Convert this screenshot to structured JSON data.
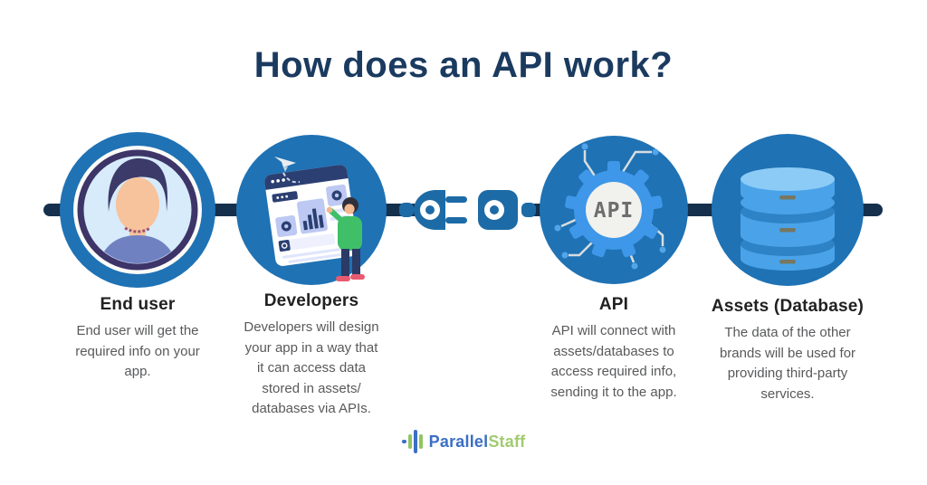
{
  "title": "How does an API work?",
  "steps": [
    {
      "label": "End user",
      "icon": "end-user-avatar-icon",
      "description": "End user will get the\nrequired info on your\napp."
    },
    {
      "label": "Developers",
      "icon": "developer-browser-icon",
      "description": "Developers will design\nyour app in a way that\nit can access data\nstored in assets/\ndatabases via APIs."
    },
    {
      "label": "API",
      "icon": "api-gear-icon",
      "description": "API will connect with\nassets/databases to\naccess required info,\nsending it to the app."
    },
    {
      "label": "Assets (Database)",
      "icon": "database-icon",
      "description": "The data of the other\nbrands will be used for\nproviding third-party\nservices."
    }
  ],
  "api_badge_text": "API",
  "connector": {
    "icon": "plug-connector-icon"
  },
  "logo": {
    "icon": "parallelstaff-logo-icon",
    "name_primary": "Parallel",
    "name_secondary": "Staff"
  },
  "colors": {
    "title_navy": "#1b3a5f",
    "line_navy": "#14304d",
    "circle_blue": "#1f72b4",
    "plug_blue": "#1d6ba6",
    "gear_light_blue": "#3e97e8",
    "database_light_blue": "#4aa3e8",
    "heading_text": "#212121",
    "body_text": "#58595b",
    "logo_blue": "#3b6fc4",
    "logo_green": "#a2cb70"
  }
}
